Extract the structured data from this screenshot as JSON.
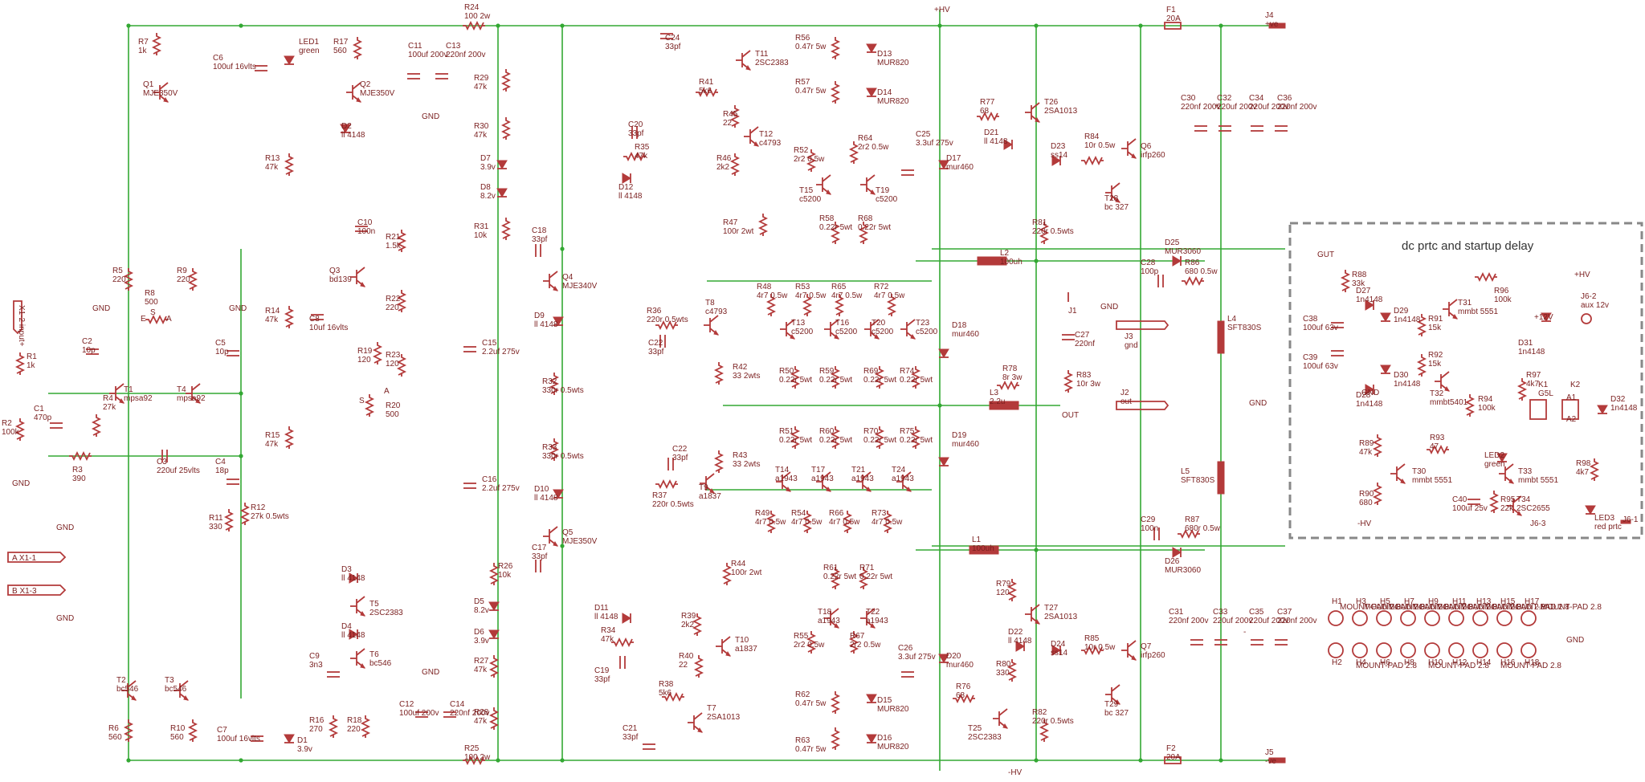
{
  "panel_title": "dc prtc and startup delay",
  "colors": {
    "wire": "#33a833",
    "component": "#b33a3a",
    "text": "#7a1f1f",
    "border": "#888888"
  },
  "resistors": [
    {
      "ref": "R1",
      "value": "1k"
    },
    {
      "ref": "R2",
      "value": "100k"
    },
    {
      "ref": "R3",
      "value": "390"
    },
    {
      "ref": "R4",
      "value": "27k"
    },
    {
      "ref": "R5",
      "value": "220"
    },
    {
      "ref": "R6",
      "value": "560"
    },
    {
      "ref": "R7",
      "value": "1k"
    },
    {
      "ref": "R8",
      "value": "500"
    },
    {
      "ref": "R9",
      "value": "220"
    },
    {
      "ref": "R10",
      "value": "560"
    },
    {
      "ref": "R11",
      "value": "330"
    },
    {
      "ref": "R12",
      "value": "27k 0.5wts"
    },
    {
      "ref": "R13",
      "value": "47k"
    },
    {
      "ref": "R14",
      "value": "47k"
    },
    {
      "ref": "R15",
      "value": "47k"
    },
    {
      "ref": "R16",
      "value": "270"
    },
    {
      "ref": "R17",
      "value": "560"
    },
    {
      "ref": "R18",
      "value": "220"
    },
    {
      "ref": "R19",
      "value": "120"
    },
    {
      "ref": "R20",
      "value": "500"
    },
    {
      "ref": "R21",
      "value": "1.5k"
    },
    {
      "ref": "R22",
      "value": "220"
    },
    {
      "ref": "R23",
      "value": "120"
    },
    {
      "ref": "R24",
      "value": "100 2w"
    },
    {
      "ref": "R25",
      "value": "100 2w"
    },
    {
      "ref": "R26",
      "value": "10k"
    },
    {
      "ref": "R27",
      "value": "47k"
    },
    {
      "ref": "R28",
      "value": "47k"
    },
    {
      "ref": "R29",
      "value": "47k"
    },
    {
      "ref": "R30",
      "value": "47k"
    },
    {
      "ref": "R31",
      "value": "10k"
    },
    {
      "ref": "R32",
      "value": "330r 0.5wts"
    },
    {
      "ref": "R33",
      "value": "330r 0.5wts"
    },
    {
      "ref": "R34",
      "value": "47k"
    },
    {
      "ref": "R35",
      "value": "47k"
    },
    {
      "ref": "R36",
      "value": "220r 0.5wts"
    },
    {
      "ref": "R37",
      "value": "220r 0.5wts"
    },
    {
      "ref": "R38",
      "value": "5k6"
    },
    {
      "ref": "R39",
      "value": "2k2"
    },
    {
      "ref": "R40",
      "value": "22"
    },
    {
      "ref": "R41",
      "value": "5k6"
    },
    {
      "ref": "R42",
      "value": "33 2wts"
    },
    {
      "ref": "R43",
      "value": "33 2wts"
    },
    {
      "ref": "R44",
      "value": "100r 2wt"
    },
    {
      "ref": "R45",
      "value": "22"
    },
    {
      "ref": "R46",
      "value": "2k2"
    },
    {
      "ref": "R47",
      "value": "100r 2wt"
    },
    {
      "ref": "R48",
      "value": "4r7 0.5w"
    },
    {
      "ref": "R49",
      "value": "4r7 0.5w"
    },
    {
      "ref": "R50",
      "value": "0.22r 5wt"
    },
    {
      "ref": "R51",
      "value": "0.22r 5wt"
    },
    {
      "ref": "R52",
      "value": "2r2 0.5w"
    },
    {
      "ref": "R53",
      "value": "4r7 0.5w"
    },
    {
      "ref": "R54",
      "value": "4r7 0.5w"
    },
    {
      "ref": "R55",
      "value": "2r2 0.5w"
    },
    {
      "ref": "R56",
      "value": "0.47r 5w"
    },
    {
      "ref": "R57",
      "value": "0.47r 5w"
    },
    {
      "ref": "R58",
      "value": "0.22r 5wt"
    },
    {
      "ref": "R59",
      "value": "0.22r 5wt"
    },
    {
      "ref": "R60",
      "value": "0.22r 5wt"
    },
    {
      "ref": "R61",
      "value": "0.22r 5wt"
    },
    {
      "ref": "R62",
      "value": "0.47r 5w"
    },
    {
      "ref": "R63",
      "value": "0.47r 5w"
    },
    {
      "ref": "R64",
      "value": "2r2 0.5w"
    },
    {
      "ref": "R65",
      "value": "4r7 0.5w"
    },
    {
      "ref": "R66",
      "value": "4r7 0.5w"
    },
    {
      "ref": "R67",
      "value": "2r2 0.5w"
    },
    {
      "ref": "R68",
      "value": "0.22r 5wt"
    },
    {
      "ref": "R69",
      "value": "0.22r 5wt"
    },
    {
      "ref": "R70",
      "value": "0.22r 5wt"
    },
    {
      "ref": "R71",
      "value": "0.22r 5wt"
    },
    {
      "ref": "R72",
      "value": "4r7 0.5w"
    },
    {
      "ref": "R73",
      "value": "4r7 0.5w"
    },
    {
      "ref": "R74",
      "value": "0.22r 5wt"
    },
    {
      "ref": "R75",
      "value": "0.22r 5wt"
    },
    {
      "ref": "R76",
      "value": "68"
    },
    {
      "ref": "R77",
      "value": "68"
    },
    {
      "ref": "R78",
      "value": "8r 3w"
    },
    {
      "ref": "R79",
      "value": "120"
    },
    {
      "ref": "R80",
      "value": "330"
    },
    {
      "ref": "R81",
      "value": "220r 0.5wts"
    },
    {
      "ref": "R82",
      "value": "220r 0.5wts"
    },
    {
      "ref": "R83",
      "value": "10r 3w"
    },
    {
      "ref": "R84",
      "value": "10r 0.5w"
    },
    {
      "ref": "R85",
      "value": "10r 0.5w"
    },
    {
      "ref": "R86",
      "value": "680 0.5w"
    },
    {
      "ref": "R87",
      "value": "680r 0.5w"
    },
    {
      "ref": "R88",
      "value": "33k"
    },
    {
      "ref": "R89",
      "value": "47k"
    },
    {
      "ref": "R90",
      "value": "680"
    },
    {
      "ref": "R91",
      "value": "15k"
    },
    {
      "ref": "R92",
      "value": "15k"
    },
    {
      "ref": "R93",
      "value": "47"
    },
    {
      "ref": "R94",
      "value": "100k"
    },
    {
      "ref": "R95",
      "value": "22k"
    },
    {
      "ref": "R96",
      "value": "100k"
    },
    {
      "ref": "R97",
      "value": "4k7"
    },
    {
      "ref": "R98",
      "value": "4k7"
    }
  ],
  "capacitors": [
    {
      "ref": "C1",
      "value": "470p"
    },
    {
      "ref": "C2",
      "value": "10p"
    },
    {
      "ref": "C3",
      "value": "220uf 25vlts"
    },
    {
      "ref": "C4",
      "value": "18p"
    },
    {
      "ref": "C5",
      "value": "10p"
    },
    {
      "ref": "C6",
      "value": "100uf 16vlts"
    },
    {
      "ref": "C7",
      "value": "100uf 16vlts"
    },
    {
      "ref": "C8",
      "value": "10uf 16vlts"
    },
    {
      "ref": "C9",
      "value": "3n3"
    },
    {
      "ref": "C10",
      "value": "100n"
    },
    {
      "ref": "C11",
      "value": "100uf 200v"
    },
    {
      "ref": "C12",
      "value": "100uf 200v"
    },
    {
      "ref": "C13",
      "value": "220nf 200v"
    },
    {
      "ref": "C14",
      "value": "220nf 200v"
    },
    {
      "ref": "C15",
      "value": "2.2uf 275v"
    },
    {
      "ref": "C16",
      "value": "2.2uf 275v"
    },
    {
      "ref": "C17",
      "value": "33pf"
    },
    {
      "ref": "C18",
      "value": "33pf"
    },
    {
      "ref": "C19",
      "value": "33pf"
    },
    {
      "ref": "C20",
      "value": "33pf"
    },
    {
      "ref": "C21",
      "value": "33pf"
    },
    {
      "ref": "C22",
      "value": "33pf"
    },
    {
      "ref": "C24",
      "value": "33pf"
    },
    {
      "ref": "C25",
      "value": "3.3uf 275v"
    },
    {
      "ref": "C26",
      "value": "3.3uf 275v"
    },
    {
      "ref": "C27",
      "value": "220nf"
    },
    {
      "ref": "C28",
      "value": "100p"
    },
    {
      "ref": "C29",
      "value": "100n"
    },
    {
      "ref": "C30",
      "value": "220nf 200v"
    },
    {
      "ref": "C31",
      "value": "220nf 200v"
    },
    {
      "ref": "C32",
      "value": "220uf 200v"
    },
    {
      "ref": "C33",
      "value": "220uf 200v"
    },
    {
      "ref": "C34",
      "value": "220uf 200v"
    },
    {
      "ref": "C35",
      "value": "220uf 200v"
    },
    {
      "ref": "C36",
      "value": "220nf 200v"
    },
    {
      "ref": "C37",
      "value": "220nf 200v"
    },
    {
      "ref": "C38",
      "value": "100uf 63v"
    },
    {
      "ref": "C39",
      "value": "100uf 63v"
    },
    {
      "ref": "C40",
      "value": "100uf 25v"
    }
  ],
  "transistors": [
    {
      "ref": "T1",
      "value": "mpsa92"
    },
    {
      "ref": "T2",
      "value": "bc546"
    },
    {
      "ref": "T3",
      "value": "bc546"
    },
    {
      "ref": "T4",
      "value": "mpsa92"
    },
    {
      "ref": "T5",
      "value": "2SC2383"
    },
    {
      "ref": "T6",
      "value": "bc546"
    },
    {
      "ref": "T7",
      "value": "2SA1013"
    },
    {
      "ref": "T8",
      "value": "c4793"
    },
    {
      "ref": "T9",
      "value": "a1837"
    },
    {
      "ref": "T10",
      "value": "a1837"
    },
    {
      "ref": "T11",
      "value": "2SC2383"
    },
    {
      "ref": "T12",
      "value": "c4793"
    },
    {
      "ref": "T13",
      "value": "c5200"
    },
    {
      "ref": "T14",
      "value": "a1943"
    },
    {
      "ref": "T15",
      "value": "c5200"
    },
    {
      "ref": "T16",
      "value": "c5200"
    },
    {
      "ref": "T17",
      "value": "a1943"
    },
    {
      "ref": "T18",
      "value": "a1943"
    },
    {
      "ref": "T19",
      "value": "c5200"
    },
    {
      "ref": "T20",
      "value": "c5200"
    },
    {
      "ref": "T21",
      "value": "a1943"
    },
    {
      "ref": "T22",
      "value": "a1943"
    },
    {
      "ref": "T23",
      "value": "c5200"
    },
    {
      "ref": "T24",
      "value": "a1943"
    },
    {
      "ref": "T25",
      "value": "2SC2383"
    },
    {
      "ref": "T26",
      "value": "2SA1013"
    },
    {
      "ref": "T27",
      "value": "2SA1013"
    },
    {
      "ref": "T28",
      "value": "bc 327"
    },
    {
      "ref": "T29",
      "value": "bc 327"
    },
    {
      "ref": "T30",
      "value": "mmbt 5551"
    },
    {
      "ref": "T31",
      "value": "mmbt 5551"
    },
    {
      "ref": "T32",
      "value": "mmbt5401"
    },
    {
      "ref": "T33",
      "value": "mmbt 5551"
    },
    {
      "ref": "T34",
      "value": "2SC2655"
    },
    {
      "ref": "Q1",
      "value": "MJE350V"
    },
    {
      "ref": "Q2",
      "value": "MJE350V"
    },
    {
      "ref": "Q3",
      "value": "bd139"
    },
    {
      "ref": "Q4",
      "value": "MJE340V"
    },
    {
      "ref": "Q5",
      "value": "MJE350V"
    },
    {
      "ref": "Q6",
      "value": "irfp260"
    },
    {
      "ref": "Q7",
      "value": "irfp260"
    }
  ],
  "diodes": [
    {
      "ref": "D1",
      "value": "3.9v"
    },
    {
      "ref": "D2",
      "value": "ll 4148"
    },
    {
      "ref": "D3",
      "value": "ll 4148"
    },
    {
      "ref": "D4",
      "value": "ll 4148"
    },
    {
      "ref": "D5",
      "value": "8.2v"
    },
    {
      "ref": "D6",
      "value": "3.9v"
    },
    {
      "ref": "D7",
      "value": "3.9v"
    },
    {
      "ref": "D8",
      "value": "8.2v"
    },
    {
      "ref": "D9",
      "value": "ll 4148"
    },
    {
      "ref": "D10",
      "value": "ll 4148"
    },
    {
      "ref": "D11",
      "value": "ll 4148"
    },
    {
      "ref": "D12",
      "value": "ll 4148"
    },
    {
      "ref": "D13",
      "value": "MUR820"
    },
    {
      "ref": "D14",
      "value": "MUR820"
    },
    {
      "ref": "D15",
      "value": "MUR820"
    },
    {
      "ref": "D16",
      "value": "MUR820"
    },
    {
      "ref": "D17",
      "value": "mur460"
    },
    {
      "ref": "D18",
      "value": "mur460"
    },
    {
      "ref": "D19",
      "value": "mur460"
    },
    {
      "ref": "D20",
      "value": "mur460"
    },
    {
      "ref": "D21",
      "value": "ll 4148"
    },
    {
      "ref": "D22",
      "value": "ll 4148"
    },
    {
      "ref": "D23",
      "value": "ss14"
    },
    {
      "ref": "D24",
      "value": "ss14"
    },
    {
      "ref": "D25",
      "value": "MUR3060"
    },
    {
      "ref": "D26",
      "value": "MUR3060"
    },
    {
      "ref": "D27",
      "value": "1n4148"
    },
    {
      "ref": "D28",
      "value": "1n4148"
    },
    {
      "ref": "D29",
      "value": "1n4148"
    },
    {
      "ref": "D30",
      "value": "1n4148"
    },
    {
      "ref": "D31",
      "value": "1n4148"
    },
    {
      "ref": "D32",
      "value": "1n4148"
    },
    {
      "ref": "LED1",
      "value": "green"
    },
    {
      "ref": "LED2",
      "value": "green"
    },
    {
      "ref": "LED3",
      "value": "red prtc"
    }
  ],
  "others": [
    {
      "ref": "L1",
      "value": "100uh"
    },
    {
      "ref": "L2",
      "value": "100uh"
    },
    {
      "ref": "L3",
      "value": "2.2u"
    },
    {
      "ref": "L4",
      "value": "SFT830S"
    },
    {
      "ref": "L5",
      "value": "SFT830S"
    },
    {
      "ref": "F1",
      "value": "20A"
    },
    {
      "ref": "F2",
      "value": "20A"
    },
    {
      "ref": "K1",
      "value": "G5L"
    },
    {
      "ref": "K2",
      "value": ""
    },
    {
      "ref": "J1",
      "value": ""
    },
    {
      "ref": "J2",
      "value": "out"
    },
    {
      "ref": "J3",
      "value": "gnd"
    },
    {
      "ref": "J4",
      "value": "+ve"
    },
    {
      "ref": "J5",
      "value": "-ve"
    },
    {
      "ref": "J6-2",
      "value": "aux 12v"
    },
    {
      "ref": "J6-3",
      "value": ""
    },
    {
      "ref": "J6-1",
      "value": ""
    }
  ],
  "net_labels": {
    "hv_pos": "+HV",
    "hv_neg": "-HV",
    "out": "OUT",
    "gut": "GUT",
    "v12": "+12V",
    "gnd": "GND",
    "e": "E",
    "s": "S",
    "a": "A",
    "a1": "A1",
    "a2": "A2",
    "bplus": "+",
    "bminus": "-"
  },
  "connectors": [
    {
      "ref": "X1-2",
      "label": "input+"
    },
    {
      "ref": "X1-1",
      "label": "A"
    },
    {
      "ref": "X1-3",
      "label": "B"
    }
  ],
  "mount_pads": {
    "refs": [
      "H1",
      "H2",
      "H3",
      "H4",
      "H5",
      "H6",
      "H7",
      "H8",
      "H9",
      "H10",
      "H11",
      "H12",
      "H13",
      "H14",
      "H15",
      "H16",
      "H17",
      "H18"
    ],
    "value": "MOUNT-PAD 2.8"
  }
}
